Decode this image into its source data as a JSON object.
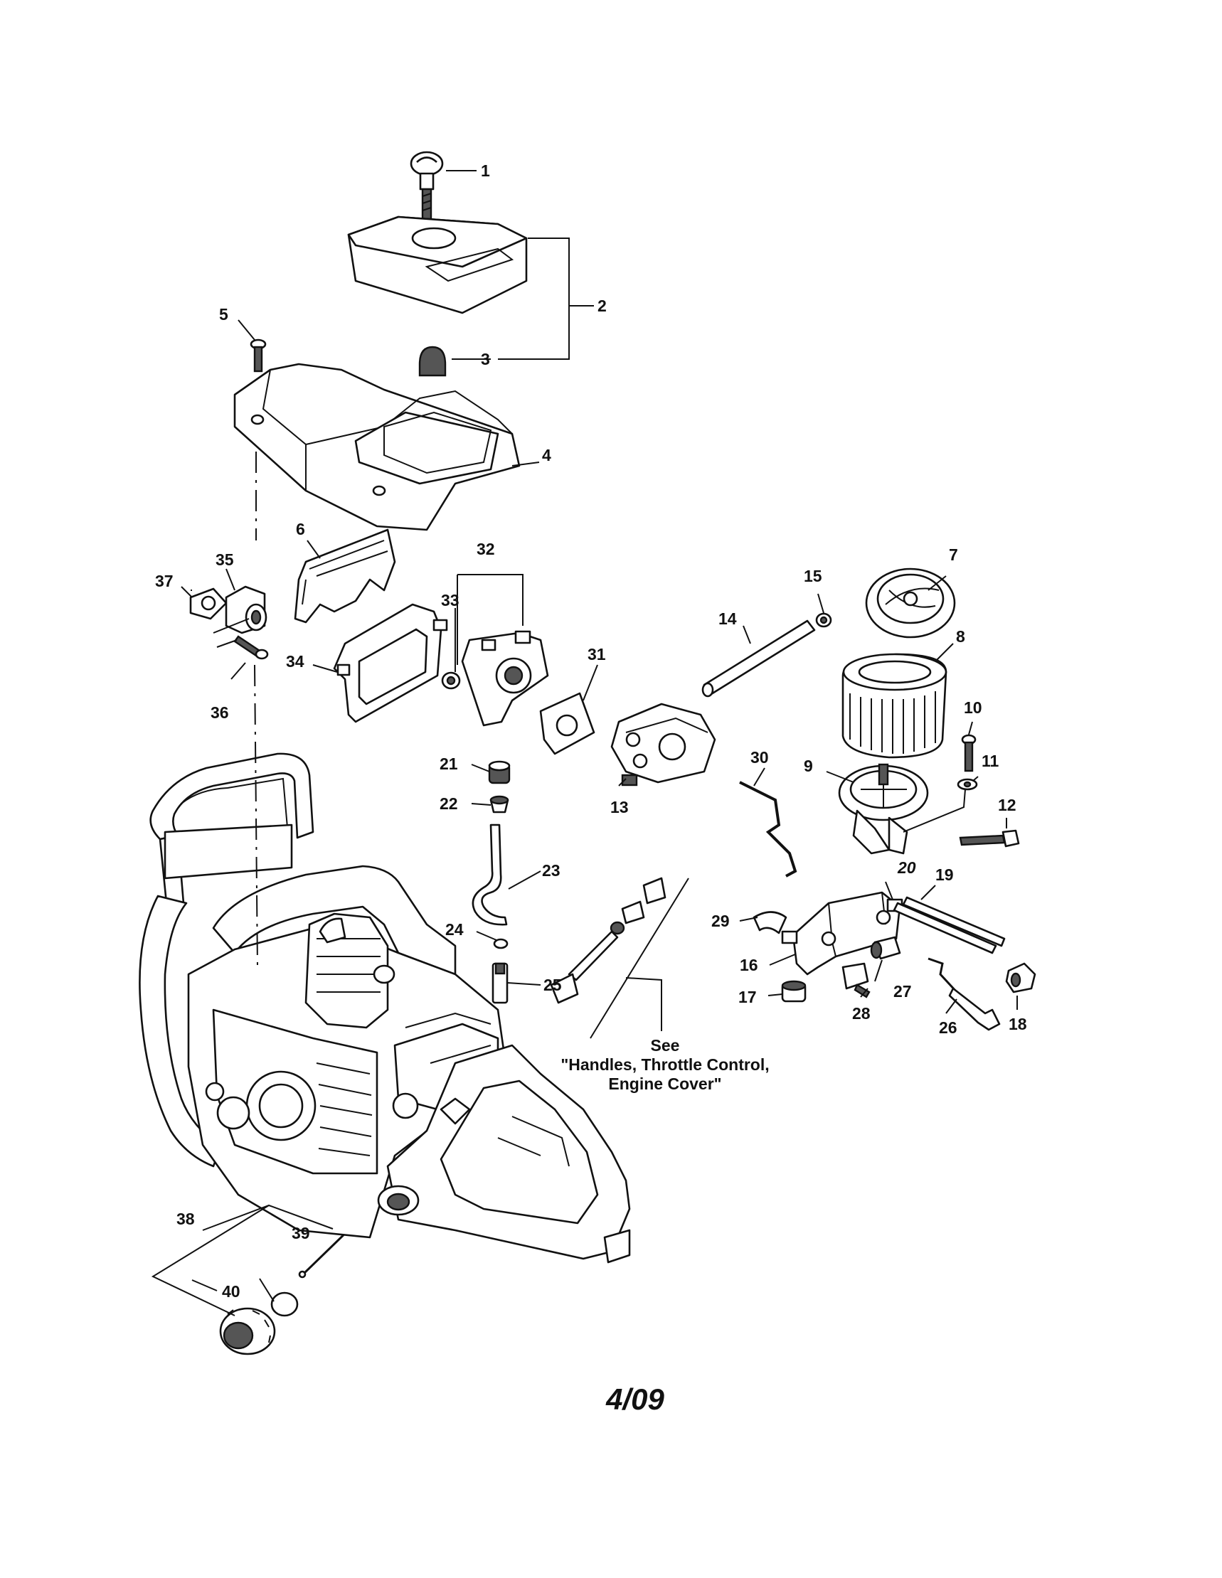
{
  "callouts": [
    {
      "id": "c1",
      "text": "1"
    },
    {
      "id": "c2",
      "text": "2"
    },
    {
      "id": "c3",
      "text": "3"
    },
    {
      "id": "c4",
      "text": "4"
    },
    {
      "id": "c5",
      "text": "5"
    },
    {
      "id": "c6",
      "text": "6"
    },
    {
      "id": "c7",
      "text": "7"
    },
    {
      "id": "c8",
      "text": "8"
    },
    {
      "id": "c9",
      "text": "9"
    },
    {
      "id": "c10",
      "text": "10"
    },
    {
      "id": "c11",
      "text": "11"
    },
    {
      "id": "c12",
      "text": "12"
    },
    {
      "id": "c13",
      "text": "13"
    },
    {
      "id": "c14",
      "text": "14"
    },
    {
      "id": "c15",
      "text": "15"
    },
    {
      "id": "c16",
      "text": "16"
    },
    {
      "id": "c17",
      "text": "17"
    },
    {
      "id": "c18",
      "text": "18"
    },
    {
      "id": "c19",
      "text": "19"
    },
    {
      "id": "c20",
      "text": "20"
    },
    {
      "id": "c21",
      "text": "21"
    },
    {
      "id": "c22",
      "text": "22"
    },
    {
      "id": "c23",
      "text": "23"
    },
    {
      "id": "c24",
      "text": "24"
    },
    {
      "id": "c25",
      "text": "25"
    },
    {
      "id": "c26",
      "text": "26"
    },
    {
      "id": "c27",
      "text": "27"
    },
    {
      "id": "c28",
      "text": "28"
    },
    {
      "id": "c29",
      "text": "29"
    },
    {
      "id": "c30",
      "text": "30"
    },
    {
      "id": "c31",
      "text": "31"
    },
    {
      "id": "c32",
      "text": "32"
    },
    {
      "id": "c33",
      "text": "33"
    },
    {
      "id": "c34",
      "text": "34"
    },
    {
      "id": "c35",
      "text": "35"
    },
    {
      "id": "c36",
      "text": "36"
    },
    {
      "id": "c37",
      "text": "37"
    },
    {
      "id": "c38",
      "text": "38"
    },
    {
      "id": "c39",
      "text": "39"
    },
    {
      "id": "c40",
      "text": "40"
    }
  ],
  "see_note": {
    "line1": "See",
    "line2": "\"Handles, Throttle Control,",
    "line3": "Engine Cover\""
  },
  "date_code": "4/09",
  "colors": {
    "ink": "#111111",
    "paper": "#ffffff"
  }
}
